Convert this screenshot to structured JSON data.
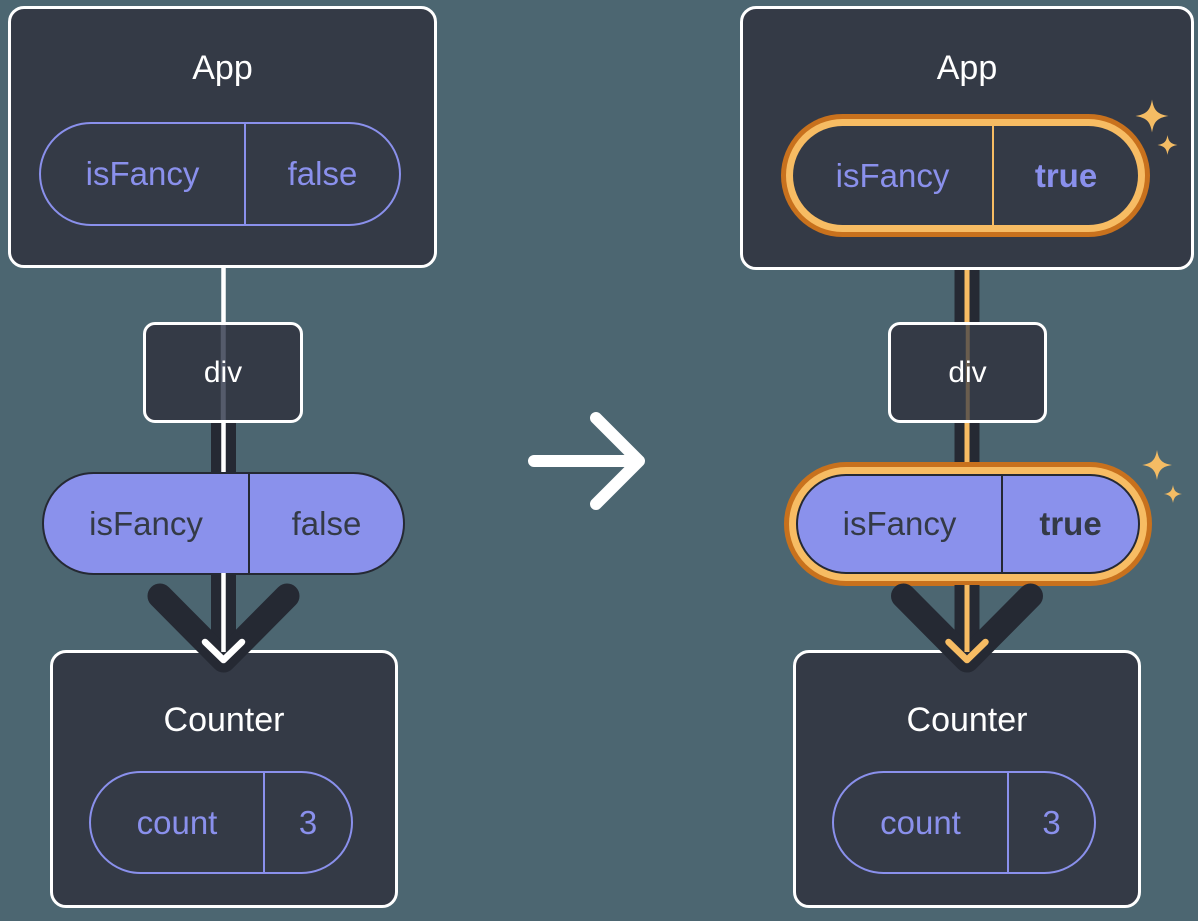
{
  "diagram": {
    "trees": [
      {
        "app": {
          "title": "App",
          "prop_name": "isFancy",
          "prop_value": "false"
        },
        "div_label": "div",
        "passed_prop": {
          "name": "isFancy",
          "value": "false"
        },
        "counter": {
          "title": "Counter",
          "state_name": "count",
          "state_value": "3"
        }
      },
      {
        "app": {
          "title": "App",
          "prop_name": "isFancy",
          "prop_value": "true"
        },
        "div_label": "div",
        "passed_prop": {
          "name": "isFancy",
          "value": "true"
        },
        "counter": {
          "title": "Counter",
          "state_name": "count",
          "state_value": "3"
        }
      }
    ],
    "icons": {
      "middle": "arrow-right-icon",
      "flow": "arrow-down-icon",
      "highlight": "sparkle-icon"
    },
    "colors": {
      "background": "#4C6671",
      "card": "#343A46",
      "card_border": "#FFFFFF",
      "purple": "#8A90EC",
      "purple_fill": "#8A91EC",
      "dark_line": "#252933",
      "orange_dark": "#C8711D",
      "orange_light": "#F7BC63",
      "sparkle": "#F4BC64",
      "white": "#FFFFFF"
    }
  }
}
